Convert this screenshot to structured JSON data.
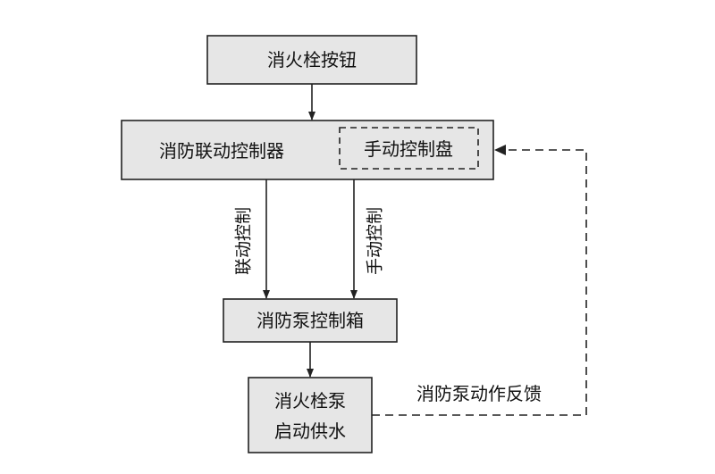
{
  "nodes": {
    "hydrant_button": "消火栓按钮",
    "linkage_controller": "消防联动控制器",
    "manual_panel": "手动控制盘",
    "pump_control_box": "消防泵控制箱",
    "pump_start_line1": "消火栓泵",
    "pump_start_line2": "启动供水"
  },
  "edges": {
    "linkage_control": "联动控制",
    "manual_control": "手动控制",
    "pump_feedback": "消防泵动作反馈"
  }
}
